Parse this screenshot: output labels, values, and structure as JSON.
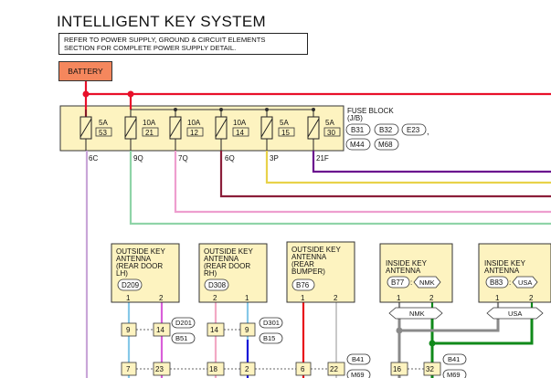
{
  "title": "INTELLIGENT KEY SYSTEM",
  "note": {
    "line1": "REFER TO POWER SUPPLY, GROUND & CIRCUIT ELEMENTS",
    "line2": "SECTION FOR COMPLETE POWER SUPPLY DETAIL."
  },
  "battery_label": "BATTERY",
  "fuse_block": {
    "label1": "FUSE BLOCK",
    "label2": "(J/B)",
    "connectors_row1": [
      "B31",
      "B32",
      "E23"
    ],
    "connectors_row2": [
      "M44",
      "M68"
    ],
    "separator": ","
  },
  "fuses": [
    {
      "amps": "5A",
      "number": "53",
      "terminal": "6C"
    },
    {
      "amps": "10A",
      "number": "21",
      "terminal": "9Q"
    },
    {
      "amps": "10A",
      "number": "12",
      "terminal": "7Q"
    },
    {
      "amps": "10A",
      "number": "14",
      "terminal": "6Q"
    },
    {
      "amps": "5A",
      "number": "15",
      "terminal": "3P"
    },
    {
      "amps": "5A",
      "number": "30",
      "terminal": "21F"
    }
  ],
  "antennas": [
    {
      "lines": [
        "OUTSIDE KEY",
        "ANTENNA",
        "(REAR DOOR",
        "LH)"
      ],
      "connector": "D209",
      "pins": [
        "1",
        "2"
      ]
    },
    {
      "lines": [
        "OUTSIDE KEY",
        "ANTENNA",
        "(REAR DOOR",
        "RH)"
      ],
      "connector": "D308",
      "pins": [
        "2",
        "1"
      ]
    },
    {
      "lines": [
        "OUTSIDE KEY",
        "ANTENNA",
        "(REAR",
        "BUMPER)"
      ],
      "connector": "B76",
      "pins": [
        "1",
        "2"
      ]
    },
    {
      "lines": [
        "INSIDE KEY",
        "ANTENNA"
      ],
      "connector": "B77",
      "variant": "NMK",
      "pins": [
        "1",
        "2"
      ]
    },
    {
      "lines": [
        "INSIDE KEY",
        "ANTENNA"
      ],
      "connector": "B83",
      "variant": "USA",
      "pins": [
        "1",
        "2"
      ]
    }
  ],
  "terminals": {
    "row1": [
      "9",
      "14",
      "14",
      "9"
    ],
    "row2": [
      "7",
      "23",
      "18",
      "2",
      "6",
      "22",
      "16",
      "32"
    ]
  },
  "connector_callouts": {
    "c1": "D201",
    "c2": "B51",
    "c3": "D301",
    "c4": "B15",
    "c5": "B41",
    "c6": "M69",
    "c7": "B41",
    "c8": "M69"
  },
  "variant_labels": [
    "NMK",
    "USA"
  ],
  "wire_colors": {
    "battery_feed": "#e8102a",
    "fuse53": "#c9a6d8",
    "fuse21": "#8fd4a8",
    "fuse12": "#ee9ecf",
    "fuse14": "#8b1e3a",
    "fuse15": "#e8d24a",
    "fuse30": "#6a0f8e",
    "lh_pin1": "#86c8e8",
    "lh_pin2": "#d95fd9",
    "rh_pin2": "#f2a9c4",
    "rh_pin1": "#1212d8",
    "bumper_pin1": "#e8101a",
    "bumper_pin2": "#c9c9c9",
    "inside_pin1": "#8a8a8a",
    "inside_pin2": "#108a1a"
  }
}
